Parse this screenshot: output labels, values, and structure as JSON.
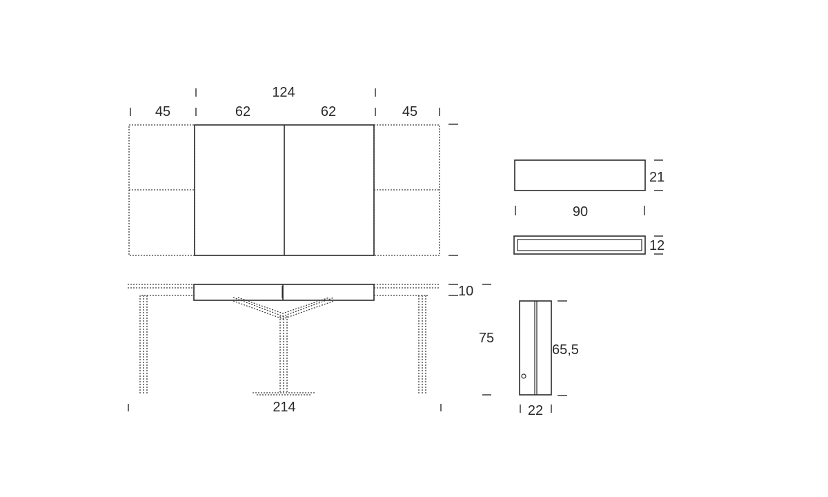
{
  "dimensions": {
    "top_total": "124",
    "left_leaf": "45",
    "center_left": "62",
    "center_right": "62",
    "right_leaf": "45",
    "apron_height": "10",
    "table_height": "75",
    "extended_length": "214",
    "box_height": "21",
    "box_length": "90",
    "tray_height": "12",
    "cabinet_height": "65,5",
    "cabinet_depth": "22"
  },
  "colors": {
    "line": "#2a2a2a",
    "background": "#ffffff"
  }
}
